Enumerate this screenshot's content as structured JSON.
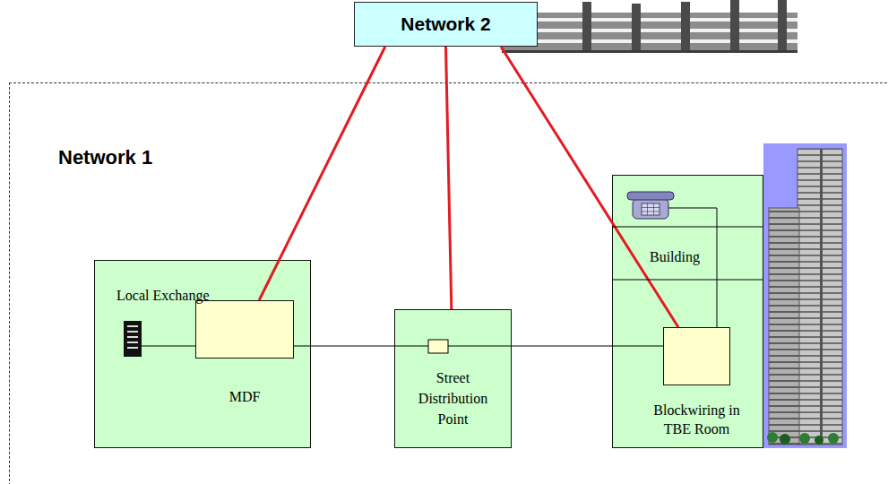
{
  "diagram": {
    "nodes": [
      {
        "text": [
          "Network 2"
        ]
      },
      {
        "text": [
          "Network 1"
        ]
      },
      {
        "text": [
          "Local Exchange"
        ],
        "in": 1
      },
      {
        "text": [
          "MDF"
        ],
        "in": 2
      },
      {
        "text": [
          "Street Distribution Point"
        ],
        "in": 1
      },
      {
        "text": [
          "Building"
        ],
        "in": 1
      },
      {
        "text": [
          "Blockwiring in TBE Room"
        ],
        "in": 5
      }
    ],
    "edges": [
      {
        "from": 0,
        "to": 3,
        "arrow": "none"
      },
      {
        "from": 0,
        "to": 4,
        "arrow": "none"
      },
      {
        "from": 0,
        "to": 6,
        "arrow": "none"
      },
      {
        "from": 3,
        "to": 4,
        "arrow": "none"
      },
      {
        "from": 4,
        "to": 6,
        "arrow": "none"
      }
    ]
  }
}
